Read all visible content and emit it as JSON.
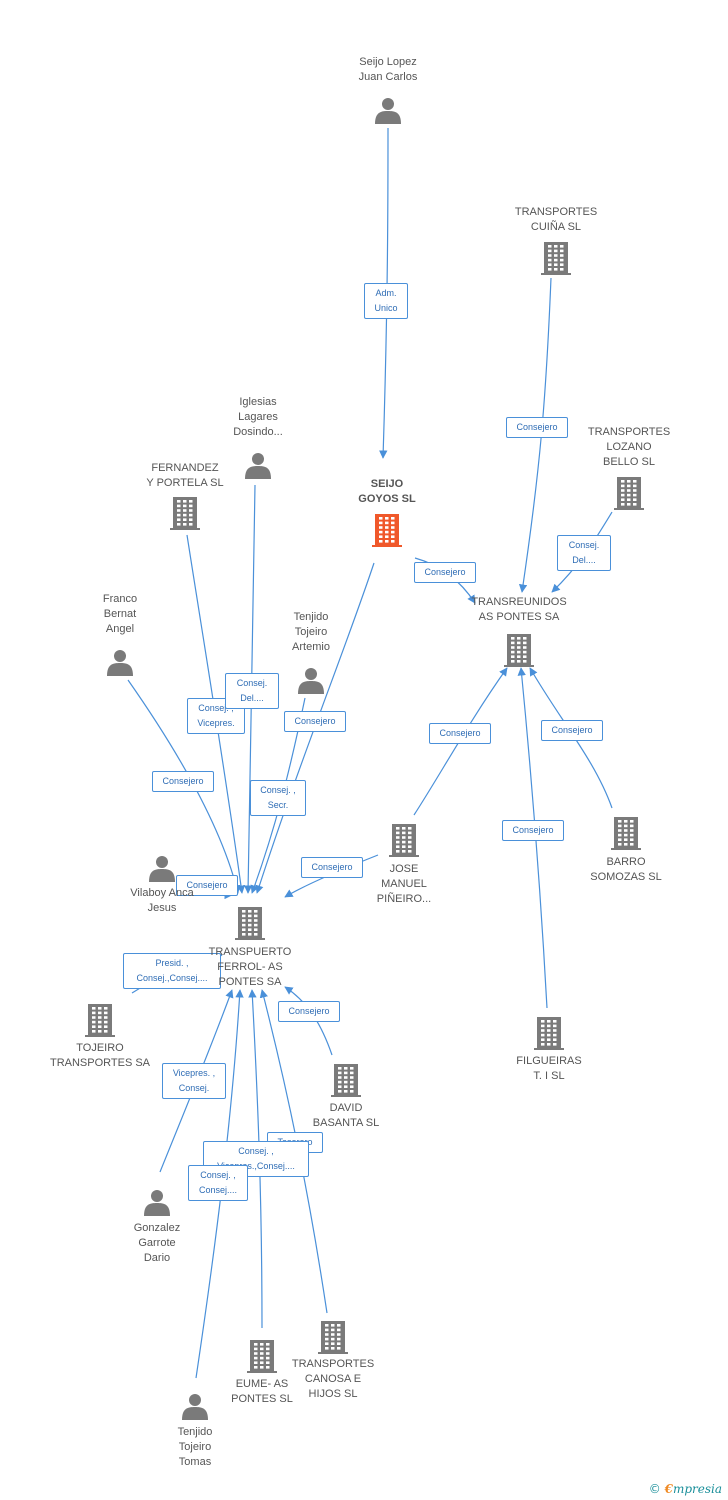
{
  "colors": {
    "edge": "#4a90d9",
    "node": "#7a7a7a",
    "focus": "#f0582a",
    "text": "#555555"
  },
  "nodes": [
    {
      "id": "seijo_lopez",
      "type": "person",
      "label": "Seijo Lopez\nJuan Carlos"
    },
    {
      "id": "transportes_cuina",
      "type": "company",
      "label": "TRANSPORTES\nCUIÑA SL"
    },
    {
      "id": "transportes_lozano",
      "type": "company",
      "label": "TRANSPORTES\nLOZANO\nBELLO SL"
    },
    {
      "id": "seijo_goyos",
      "type": "company",
      "focus": true,
      "label": "SEIJO\nGOYOS SL"
    },
    {
      "id": "iglesias",
      "type": "person",
      "label": "Iglesias\nLagares\nDosindo..."
    },
    {
      "id": "fernandez_portela",
      "type": "company",
      "label": "FERNANDEZ\nY PORTELA SL"
    },
    {
      "id": "transreunidos",
      "type": "company",
      "label": "TRANSREUNIDOS\nAS PONTES SA"
    },
    {
      "id": "franco",
      "type": "person",
      "label": "Franco\nBernat\nAngel"
    },
    {
      "id": "tenjido_artemio",
      "type": "person",
      "label": "Tenjido\nTojeiro\nArtemio"
    },
    {
      "id": "jose_manuel",
      "type": "company",
      "label": "JOSE\nMANUEL\nPIÑEIRO..."
    },
    {
      "id": "barro_somozas",
      "type": "company",
      "label": "BARRO\nSOMOZAS SL"
    },
    {
      "id": "vilaboy",
      "type": "person",
      "label": "Vilaboy Anca\nJesus"
    },
    {
      "id": "transpuerto",
      "type": "company",
      "label": "TRANSPUERTO\nFERROL- AS\nPONTES SA"
    },
    {
      "id": "tojeiro_transportes",
      "type": "company",
      "label": "TOJEIRO\nTRANSPORTES SA"
    },
    {
      "id": "filgueiras",
      "type": "company",
      "label": "FILGUEIRAS\nT. I SL"
    },
    {
      "id": "david_basanta",
      "type": "company",
      "label": "DAVID\nBASANTA SL"
    },
    {
      "id": "gonzalez_garrote",
      "type": "person",
      "label": "Gonzalez\nGarrote\nDario"
    },
    {
      "id": "eume",
      "type": "company",
      "label": "EUME- AS\nPONTES SL"
    },
    {
      "id": "transportes_canosa",
      "type": "company",
      "label": "TRANSPORTES\nCANOSA E\nHIJOS SL"
    },
    {
      "id": "tenjido_tomas",
      "type": "person",
      "label": "Tenjido\nTojeiro\nTomas"
    }
  ],
  "edges": [
    {
      "from": "seijo_lopez",
      "to": "seijo_goyos",
      "label": "Adm.\nUnico"
    },
    {
      "from": "transportes_cuina",
      "to": "transreunidos",
      "label": "Consejero"
    },
    {
      "from": "transportes_lozano",
      "to": "transreunidos",
      "label": "Consej.\nDel...."
    },
    {
      "from": "seijo_goyos",
      "to": "transreunidos",
      "label": "Consejero"
    },
    {
      "from": "fernandez_portela",
      "to": "transpuerto",
      "label": "Consej. ,\nVicepres."
    },
    {
      "from": "iglesias",
      "to": "transpuerto",
      "label": "Consej.\nDel...."
    },
    {
      "from": "seijo_goyos",
      "to": "transpuerto",
      "label": "Consej. ,\nSecr."
    },
    {
      "from": "tenjido_artemio",
      "to": "transpuerto",
      "label": "Consejero"
    },
    {
      "from": "franco",
      "to": "transpuerto",
      "label": "Consejero"
    },
    {
      "from": "vilaboy",
      "to": "transpuerto",
      "label": "Consejero"
    },
    {
      "from": "jose_manuel",
      "to": "transpuerto",
      "label": "Consejero"
    },
    {
      "from": "jose_manuel",
      "to": "transreunidos",
      "label": "Consejero"
    },
    {
      "from": "filgueiras",
      "to": "transreunidos",
      "label": "Consejero"
    },
    {
      "from": "barro_somozas",
      "to": "transreunidos",
      "label": "Consejero"
    },
    {
      "from": "tojeiro_transportes",
      "to": "transpuerto",
      "label": "Presid. ,\nConsej.,Consej...."
    },
    {
      "from": "david_basanta",
      "to": "transpuerto",
      "label": "Consejero"
    },
    {
      "from": "gonzalez_garrote",
      "to": "transpuerto",
      "label": "Vicepres. ,\nConsej."
    },
    {
      "from": "transportes_canosa",
      "to": "transpuerto",
      "label": "Tesorero"
    },
    {
      "from": "eume",
      "to": "transpuerto",
      "label": "Consej. ,\nVicepres.,Consej...."
    },
    {
      "from": "tenjido_tomas",
      "to": "transpuerto",
      "label": "Consej. ,\nConsej...."
    }
  ],
  "brand": {
    "copyright": "©",
    "initial": "€",
    "name": "mpresia"
  }
}
